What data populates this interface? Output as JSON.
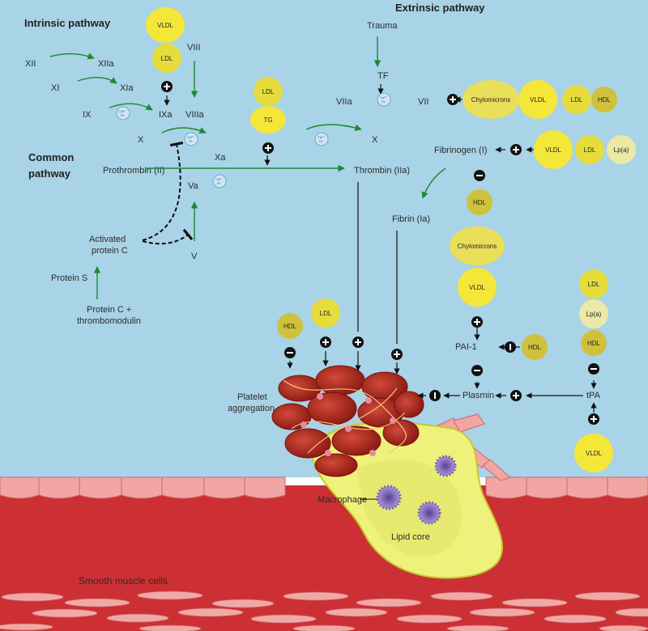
{
  "titles": {
    "intrinsic": "Intrinsic pathway",
    "extrinsic": "Extrinsic pathway",
    "common_l1": "Common",
    "common_l2": "pathway"
  },
  "factors": {
    "xii": "XII",
    "xiia": "XIIa",
    "xi": "XI",
    "xia": "XIa",
    "ix": "IX",
    "ixa": "IXa",
    "viii": "VIII",
    "viiia": "VIIIa",
    "x_left": "X",
    "xa": "Xa",
    "prothrombin": "Prothrombin (II)",
    "va": "Va",
    "v": "V",
    "thrombin": "Thrombin (IIa)",
    "x_right": "X",
    "trauma": "Trauma",
    "tf": "TF",
    "viia": "VIIa",
    "vii": "VII",
    "fibrinogen": "Fibrinogen (I)",
    "fibrin": "Fibrin (Ia)",
    "pai1": "PAI-1",
    "plasmin": "Plasmin",
    "tpa": "tPA"
  },
  "regulators": {
    "apc_l1": "Activated",
    "apc_l2": "protein C",
    "protein_s": "Protein S",
    "pc_l1": "Protein C +",
    "pc_l2": "thrombomodulin"
  },
  "cofactor": {
    "l1": "Ca²⁺",
    "l2": "PL"
  },
  "lipoproteins": {
    "vldl": "VLDL",
    "ldl": "LDL",
    "hdl": "HDL",
    "tg": "TG",
    "lpa": "Lp(a)",
    "chylo": "Chylomicrons"
  },
  "tissue": {
    "platelet_l1": "Platelet",
    "platelet_l2": "aggregation",
    "macrophage": "Macrophage",
    "lipid_core": "Lipid core",
    "smc": "Smooth muscle cells"
  },
  "colors": {
    "sky": "#a9d3e6",
    "vessel": "#d2363a",
    "endothelium": "#f2a5a3",
    "lipid_core": "#eef27a",
    "vldl": "#f4e73a",
    "ldl": "#e6dc3c",
    "hdl": "#cfc13b",
    "lpa": "#ece8a6",
    "chylo": "#e9df58",
    "arrow": "#1a8a2e",
    "clot": "#b52b20",
    "macrophage": "#9a84c8"
  },
  "icons": [
    "plus-icon",
    "minus-icon",
    "inhibit-icon"
  ]
}
